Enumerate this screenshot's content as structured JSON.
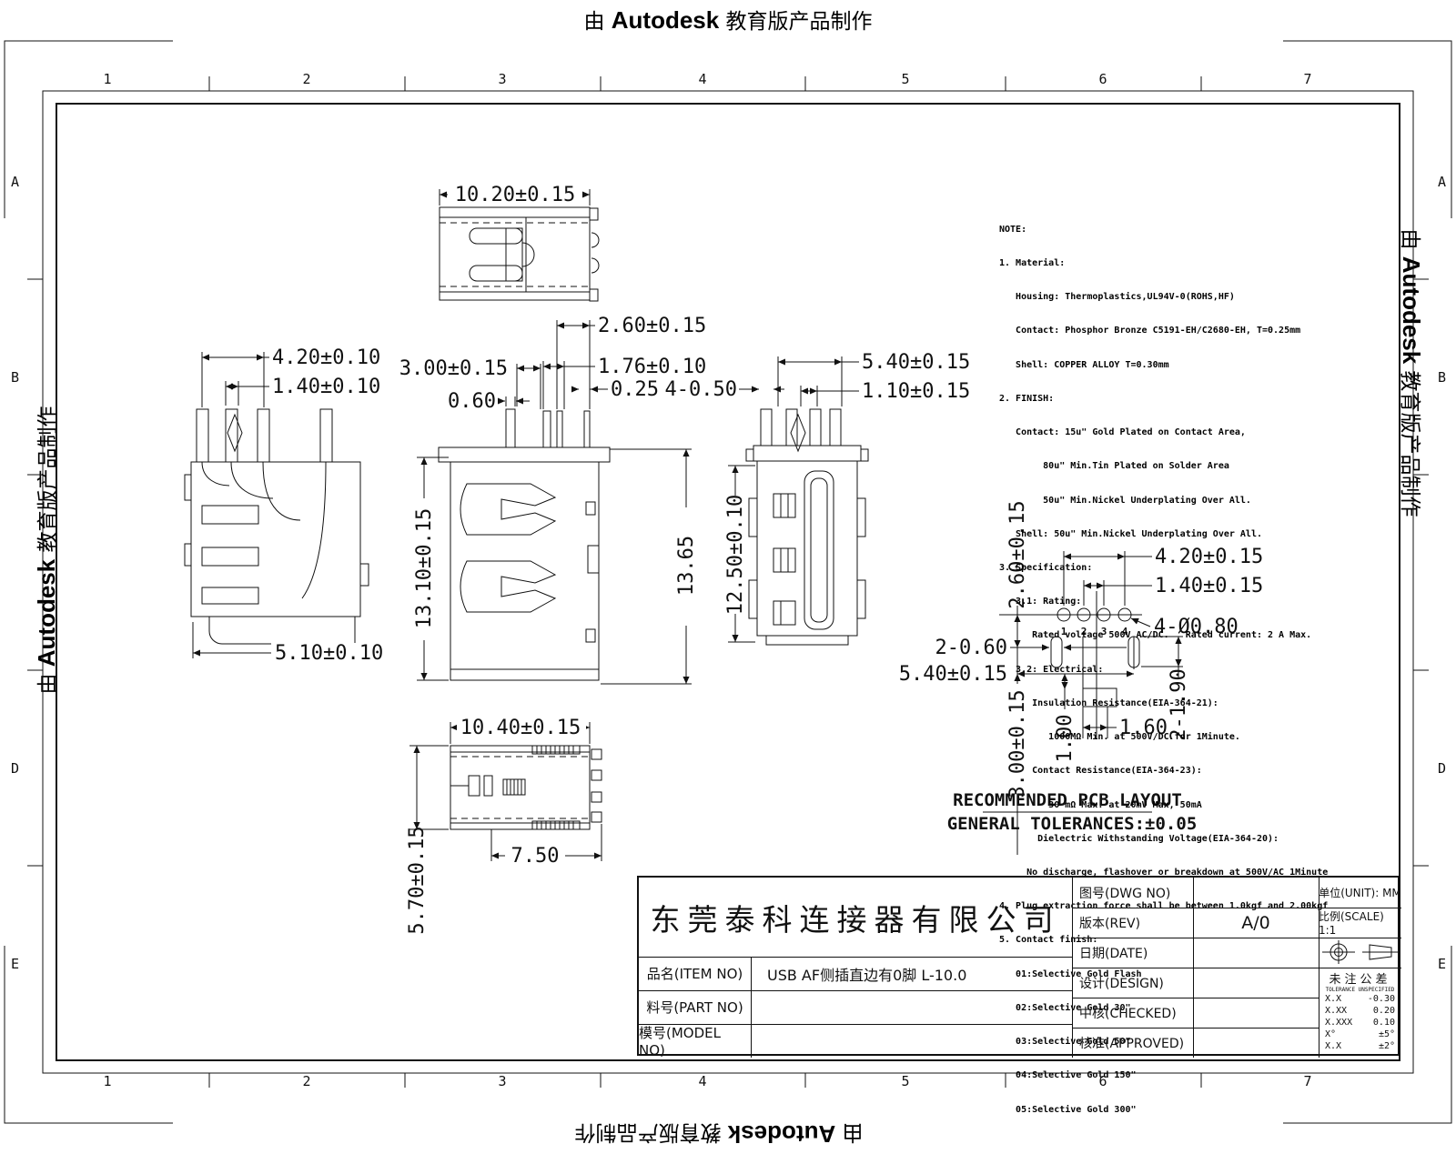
{
  "banner": {
    "prefix": "由 ",
    "brand": "Autodesk",
    "suffix": " 教育版产品制作"
  },
  "frame": {
    "cols": [
      "1",
      "2",
      "3",
      "4",
      "5",
      "6",
      "7"
    ],
    "rows": [
      "A",
      "B",
      "D",
      "E"
    ]
  },
  "notes": {
    "lines": [
      "NOTE:",
      "1. Material:",
      "   Housing: Thermoplastics,UL94V-0(ROHS,HF)",
      "   Contact: Phosphor Bronze C5191-EH/C2680-EH, T=0.25mm",
      "   Shell: COPPER ALLOY T=0.30mm",
      "2. FINISH:",
      "   Contact: 15u\" Gold Plated on Contact Area,",
      "        80u\" Min.Tin Plated on Solder Area",
      "        50u\" Min.Nickel Underplating Over All.",
      "   Shell: 50u\" Min.Nickel Underplating Over All.",
      "3. Specification:",
      "   3.1: Rating:",
      "      Rated voltage 500V AC/DC.   Rated current: 2 A Max.",
      "   3.2: Electrical:",
      "      Insulation Resistance(EIA-364-21):",
      "         1000MΩ Min. at 500V/DC for 1Minute.",
      "      Contact Resistance(EIA-364-23):",
      "         30 mΩ Max. at 20mV Max, 50mA",
      "       Dielectric Withstanding Voltage(EIA-364-20):",
      "     No discharge, flashover or breakdown at 500V/AC 1Minute",
      "4. Plug extraction force shall be between 1.0kgf and 2.00kgf",
      "5. Contact finish:",
      "   01:Selective Gold Flash",
      "   02:Selective Gold 30\"",
      "   03:Selective Gold 50\"",
      "   04:Selective Gold 150\"",
      "   05:Selective Gold 300\""
    ]
  },
  "dims": {
    "top_view": {
      "w": "10.20±0.15"
    },
    "side_view": {
      "d1": "4.20±0.10",
      "d2": "1.40±0.10",
      "d3": "5.10±0.10"
    },
    "front_view": {
      "d1": "3.00±0.15",
      "d2": "0.60",
      "d3": "2.60±0.15",
      "d4": "1.76±0.10",
      "d5": "0.25",
      "d6": "13.10±0.15",
      "d7": "13.65"
    },
    "rear_view": {
      "d1": "4-0.50",
      "d2": "5.40±0.15",
      "d3": "1.10±0.15",
      "d4": "12.50±0.10"
    },
    "bottom_view": {
      "d1": "10.40±0.15",
      "d2": "7.50",
      "d3": "5.70±0.15"
    },
    "pcb": {
      "d1": "2.60±0.15",
      "d2": "4.20±0.15",
      "d3": "1.40±0.15",
      "d4": "4-Ø0.80",
      "d5": "2-0.60",
      "d6": "5.40±0.15",
      "d7": "3.00±0.15",
      "d8": "1.00",
      "d9": "1.60",
      "d10": "2-1.90",
      "pins": [
        "1",
        "2",
        "3",
        "4"
      ],
      "title": "RECOMMENDED PCB LAYOUT",
      "tolerance": "GENERAL TOLERANCES:±0.05"
    }
  },
  "title_block": {
    "company": "东莞泰科连接器有限公司",
    "item_label": "品名(ITEM NO)",
    "item_value": "USB AF侧插直边有0脚 L-10.0",
    "part_label": "料号(PART NO)",
    "part_value": "",
    "model_label": "模号(MODEL NO)",
    "model_value": "",
    "dwg_label": "图号(DWG NO)",
    "dwg_value": "",
    "rev_label": "版本(REV)",
    "rev_value": "A/0",
    "date_label": "日期(DATE)",
    "date_value": "",
    "design_label": "设计(DESIGN)",
    "design_value": "",
    "checked_label": "中核(CHECKED)",
    "checked_value": "",
    "approved_label": "核准(APPROVED)",
    "approved_value": "",
    "unit": "单位(UNIT): MM",
    "scale": "比例(SCALE) 1:1",
    "tol_title": "未注公差",
    "tol_note": "TOLERANCE UNSPECIFIED",
    "tol_rows": [
      [
        "X.X",
        "-0.30"
      ],
      [
        "X.XX",
        "0.20"
      ],
      [
        "X.XXX",
        "0.10"
      ],
      [
        "X°",
        "±5°"
      ],
      [
        "X.X",
        "±2°"
      ]
    ]
  }
}
